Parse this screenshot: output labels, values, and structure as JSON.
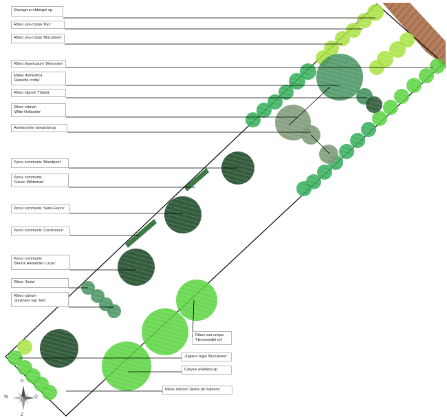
{
  "labels": {
    "elaeagnus": "Elaeagnus ebbingei sp.",
    "ribes_pax": "Ribes uva-crispa 'Pax'",
    "ribes_mucurines": "Ribes uva-crispa 'Mucurines'",
    "ribes_worcester": "Ribes divaricatum 'Worcester'",
    "malus": [
      "Malus domestica",
      "'Reinette crotte'"
    ],
    "ribes_titania": "Ribes nigrum 'Titania'",
    "ribes_witte": [
      "Ribes rubrum",
      "'Witte Hollander'"
    ],
    "amelanchier": "Amelanchier lamarckii sp.",
    "pyrus_bloedpeer": "Pyrus communis 'Bloedpeer'",
    "pyrus_wildeman": [
      "Pyrus communis",
      "'Gieser Wildeman'"
    ],
    "pyrus_fiacre": "Pyrus communis 'Saint-Fiacre'",
    "pyrus_conference": "Pyrus communis 'Conference'",
    "pyrus_lucas": [
      "Pyrus communis",
      "'Beurré Alexander Lucas'"
    ],
    "ribes_josta": "Ribes 'Josta'",
    "ribes_tets": [
      "Ribes rubrum",
      "'Jonkheer van Tets'"
    ],
    "ribes_hinnonmaki": [
      "Ribes uva-crispa",
      "'Hinnonmäki rot'"
    ],
    "juglans": "Juglans regia 'Buccaneer'",
    "corylus": "Corylus avellana sp.",
    "ribes_gloire": "Ribes rubrum 'Gloire de Sablons'"
  },
  "compass": {
    "north": "N",
    "east": "O",
    "south": "Z",
    "west": "W"
  },
  "colors": {
    "outline": "#000000",
    "leader": "#000000",
    "brick": "#b07a5a",
    "light_green": "#a6e03c",
    "bright_green": "#55d13a",
    "mid_green": "#2eaa55",
    "teal_green": "#3f8f5b",
    "dark_green": "#2a5433",
    "gray_green": "#7d9a78"
  }
}
